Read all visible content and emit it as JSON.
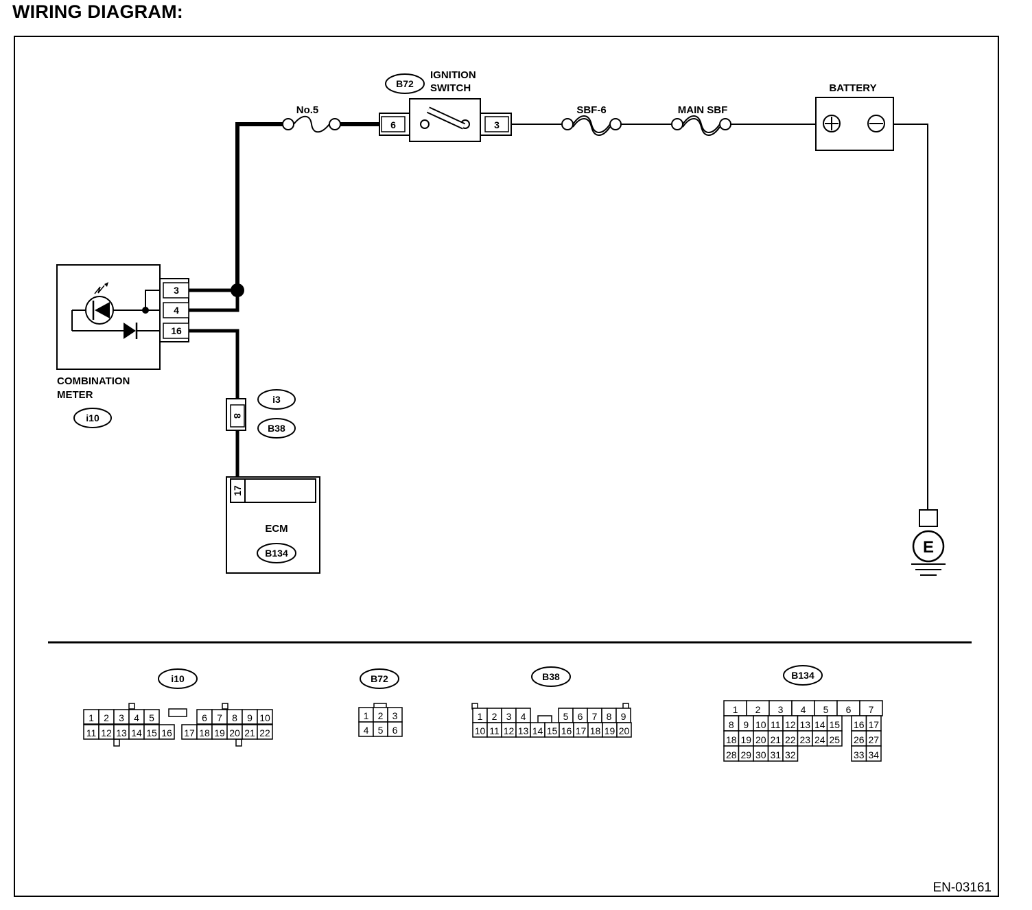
{
  "title": "WIRING DIAGRAM:",
  "figure_id": "EN-03161",
  "labels": {
    "fuse_no5": "No.5",
    "ignition_switch_line1": "IGNITION",
    "ignition_switch_line2": "SWITCH",
    "sbf6": "SBF-6",
    "main_sbf": "MAIN SBF",
    "battery": "BATTERY",
    "combination_meter_line1": "COMBINATION",
    "combination_meter_line2": "METER",
    "ecm": "ECM",
    "ground": "E"
  },
  "codes": {
    "ignition": "B72",
    "meter": "i10",
    "joint_upper": "i3",
    "joint_lower": "B38",
    "ecm": "B134"
  },
  "pins": {
    "ignition_in": "6",
    "ignition_out": "3",
    "meter_a": "3",
    "meter_b": "4",
    "meter_c": "16",
    "joint": "8",
    "ecm": "17"
  },
  "connectors": {
    "i10": {
      "code": "i10",
      "row1": [
        "1",
        "2",
        "3",
        "4",
        "5",
        "6",
        "7",
        "8",
        "9",
        "10"
      ],
      "row2": [
        "11",
        "12",
        "13",
        "14",
        "15",
        "16",
        "17",
        "18",
        "19",
        "20",
        "21",
        "22"
      ]
    },
    "b72": {
      "code": "B72",
      "row1": [
        "1",
        "2",
        "3"
      ],
      "row2": [
        "4",
        "5",
        "6"
      ]
    },
    "b38": {
      "code": "B38",
      "row1": [
        "1",
        "2",
        "3",
        "4",
        "5",
        "6",
        "7",
        "8",
        "9"
      ],
      "row2": [
        "10",
        "11",
        "12",
        "13",
        "14",
        "15",
        "16",
        "17",
        "18",
        "19",
        "20"
      ]
    },
    "b134": {
      "code": "B134",
      "row1": [
        "1",
        "2",
        "3",
        "4",
        "5",
        "6",
        "7"
      ],
      "row2": [
        "8",
        "9",
        "10",
        "11",
        "12",
        "13",
        "14",
        "15",
        "16",
        "17"
      ],
      "row3": [
        "18",
        "19",
        "20",
        "21",
        "22",
        "23",
        "24",
        "25",
        "26",
        "27"
      ],
      "row4": [
        "28",
        "29",
        "30",
        "31",
        "32",
        "33",
        "34"
      ]
    }
  }
}
